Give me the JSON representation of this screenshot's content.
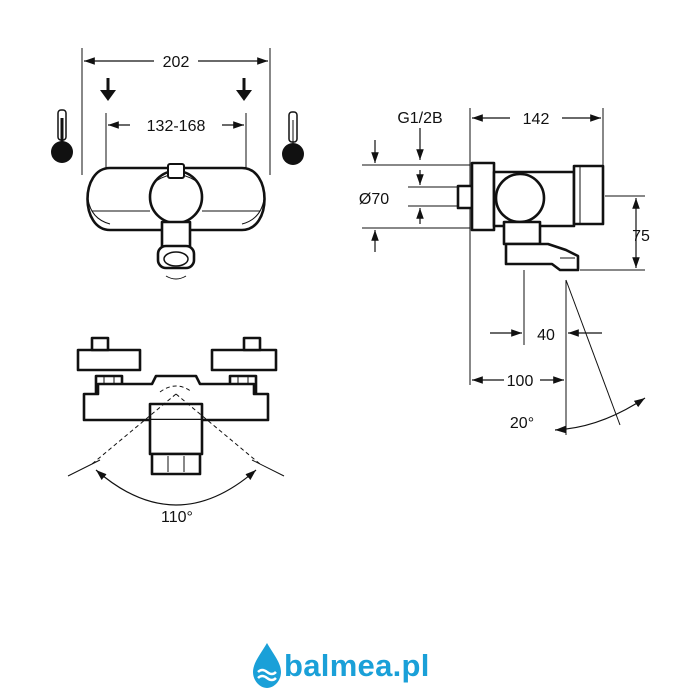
{
  "dimensions": {
    "width_total": "202",
    "inlet_spacing": "132-168",
    "thread": "G1/2B",
    "depth": "142",
    "diameter": "Ø70",
    "height_offset": "75",
    "spout_offset": "40",
    "spout_projection": "100",
    "spout_angle": "20°",
    "swivel_angle": "110°"
  },
  "logo": {
    "text": "balmea.pl",
    "color": "#1aa0d8"
  }
}
